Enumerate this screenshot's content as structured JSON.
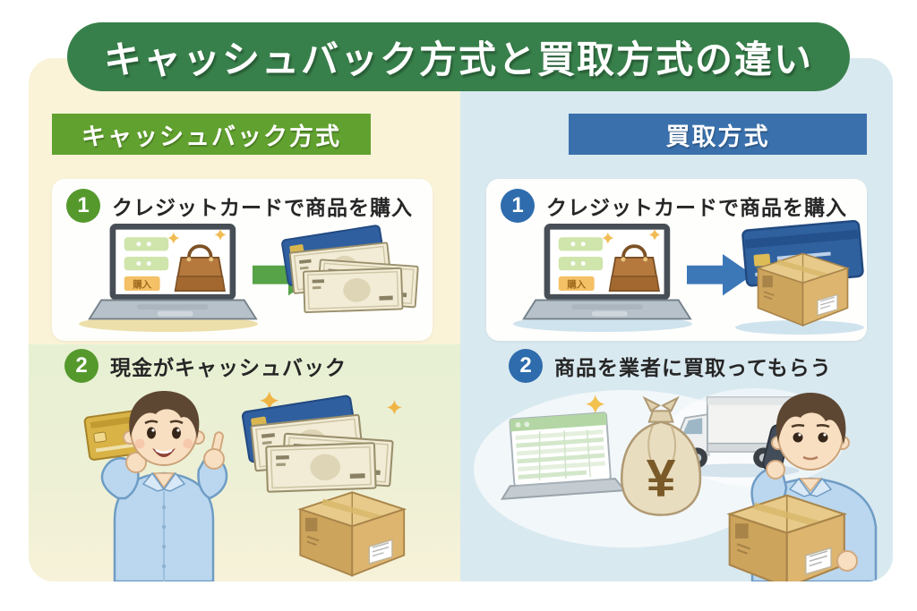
{
  "title": "キャッシュバック方式と買取方式の違い",
  "columns": {
    "cashback": {
      "header": "キャッシュバック方式",
      "steps": [
        {
          "number": "1",
          "label": "クレジットカードで商品を購入"
        },
        {
          "number": "2",
          "label": "現金がキャッシュバック"
        }
      ]
    },
    "kaitori": {
      "header": "買取方式",
      "steps": [
        {
          "number": "1",
          "label": "クレジットカードで商品を購入"
        },
        {
          "number": "2",
          "label": "商品を業者に買取ってもらう"
        }
      ]
    }
  },
  "illustrations": {
    "shop_button_label": "購入",
    "yen_symbol": "¥"
  },
  "colors": {
    "title_banner_green": "#38804b",
    "cashback_header_green": "#61a12f",
    "kaitori_header_blue": "#3a71ad",
    "cashback_badge_green": "#55992d",
    "kaitori_badge_blue": "#2e6cad",
    "cashback_column_bg": "#faf3d8",
    "kaitori_column_bg": "#d9e9f0",
    "cashback_step2_bg": "#e7f0d3",
    "card_bg": "#fefefc",
    "arrow_green": "#57a347",
    "arrow_blue": "#3c77b7",
    "text_dark": "#262626"
  }
}
